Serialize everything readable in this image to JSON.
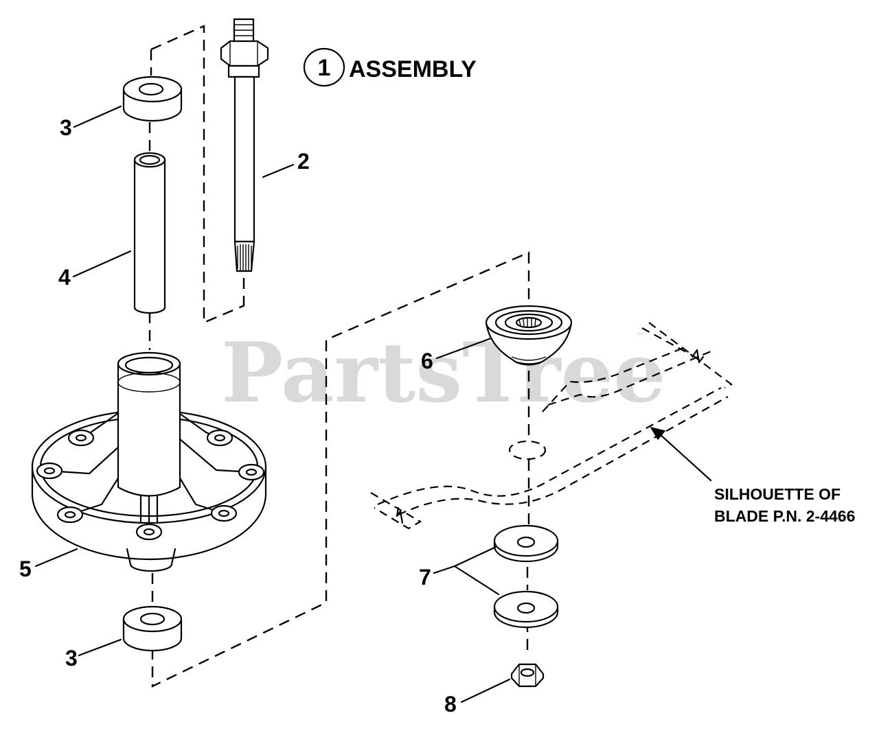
{
  "watermark": {
    "text": "PartsTree",
    "tm": "™"
  },
  "title": {
    "circle_number": "1",
    "label": "ASSEMBLY"
  },
  "callouts": {
    "c2": "2",
    "c3_top": "3",
    "c3_bottom": "3",
    "c4": "4",
    "c5": "5",
    "c6": "6",
    "c7": "7",
    "c8": "8"
  },
  "note": {
    "line1": "SILHOUETTE OF",
    "line2": "BLADE P.N. 2-4466"
  }
}
